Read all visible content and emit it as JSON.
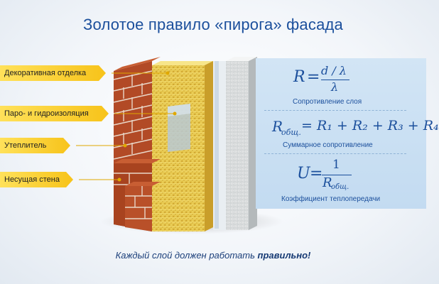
{
  "title": "Золотое правило «пирога» фасада",
  "labels": [
    "Декоративная отделка",
    "Паро- и гидроизоляция",
    "Утеплитель",
    "Несущая стена"
  ],
  "formulas": {
    "resistance": {
      "lhs": "R",
      "eq": "=",
      "numerator": "d / λ",
      "denominator": "λ",
      "caption": "Сопротивление слоя"
    },
    "total": {
      "text_main": "R",
      "text_sub": "общ.",
      "rhs": "= R₁ + R₂ + R₃ + R₄",
      "caption": "Суммарное сопротивление"
    },
    "transfer": {
      "lhs": "U",
      "eq": "=",
      "numerator": "1",
      "denominator_main": "R",
      "denominator_sub": "общ.",
      "caption": "Коэффициент теплопередачи"
    }
  },
  "footer": {
    "text": "Каждый слой должен работать",
    "emphasis": "правильно!"
  }
}
